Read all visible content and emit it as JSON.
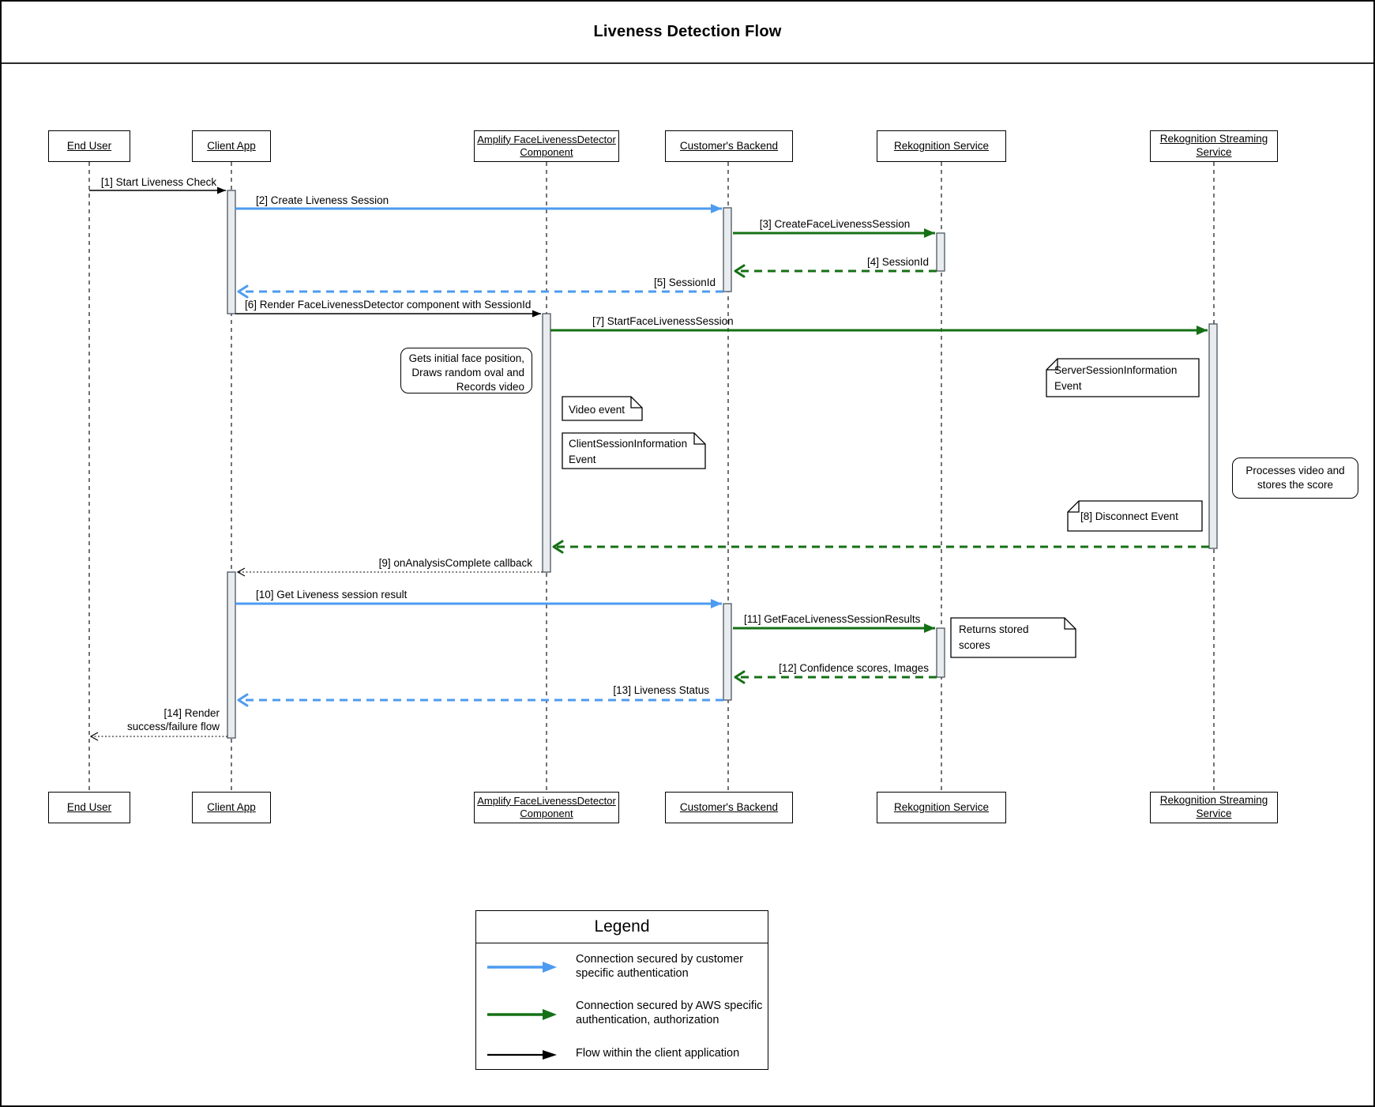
{
  "title": "Liveness Detection Flow",
  "actors": [
    {
      "id": "end-user",
      "label": "End User"
    },
    {
      "id": "client-app",
      "label": "Client App"
    },
    {
      "id": "amplify-component",
      "label": "Amplify FaceLivenessDetector Component"
    },
    {
      "id": "customers-backend",
      "label": "Customer's Backend"
    },
    {
      "id": "rekognition-service",
      "label": "Rekognition Service"
    },
    {
      "id": "rekognition-streaming",
      "label": "Rekognition Streaming Service"
    }
  ],
  "messages": {
    "m1": "[1] Start Liveness Check",
    "m2": "[2] Create Liveness Session",
    "m3": "[3] CreateFaceLivenessSession",
    "m4": "[4] SessionId",
    "m5": "[5] SessionId",
    "m6": "[6] Render FaceLivenessDetector component with SessionId",
    "m7": "[7] StartFaceLivenessSession",
    "m9": "[9] onAnalysisComplete callback",
    "m10": "[10] Get Liveness session result",
    "m11": "[11] GetFaceLivenessSessionResults",
    "m12": "[12] Confidence scores, Images",
    "m13": "[13] Liveness Status",
    "m14": "[14] Render success/failure flow"
  },
  "notes": {
    "face_position": "Gets initial face position, Draws random oval and Records video",
    "server_session": "ServerSessionInformation Event",
    "video_event": "Video event",
    "client_session": "ClientSessionInformation Event",
    "processes_video": "Processes video and stores the score",
    "disconnect": "[8] Disconnect Event",
    "returns_scores": "Returns stored scores"
  },
  "legend": {
    "title": "Legend",
    "items": [
      {
        "label": "Connection secured by customer specific authentication",
        "color": "#4D9BF0"
      },
      {
        "label": "Connection secured by AWS specific authentication, authorization",
        "color": "#157015"
      },
      {
        "label": "Flow within the client application",
        "color": "#000000"
      }
    ]
  },
  "colors": {
    "customer_auth_blue": "#4D9BF0",
    "aws_auth_green": "#157015",
    "client_flow_black": "#000000",
    "activation_fill": "#e9ecef"
  }
}
